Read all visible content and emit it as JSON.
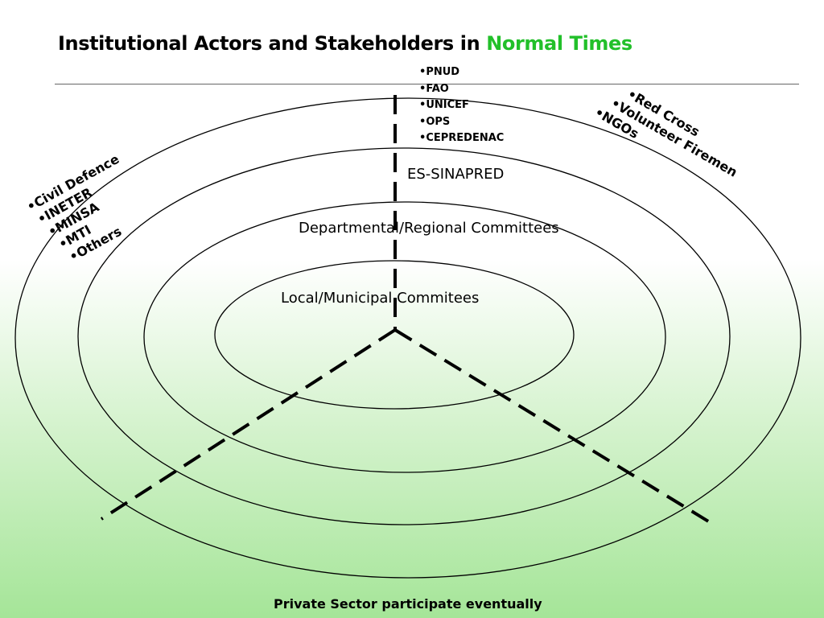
{
  "title": {
    "main": "Institutional Actors and Stakeholders in ",
    "highlight": "Normal Times",
    "highlight_color": "#22c02a"
  },
  "international_agencies": [
    "PNUD",
    "FAO",
    "UNICEF",
    "OPS",
    "CEPREDENAC"
  ],
  "government_institutions": [
    "Civil Defence",
    "INETER",
    "MINSA",
    "MTI",
    "Others"
  ],
  "civil_society": [
    "Red Cross",
    "Volunteer Firemen",
    "NGOs"
  ],
  "rings": {
    "national": "ES-SINAPRED",
    "departmental": "Departmental/Regional Committees",
    "local": "Local/Municipal Commitees"
  },
  "footer": "Private Sector participate eventually"
}
